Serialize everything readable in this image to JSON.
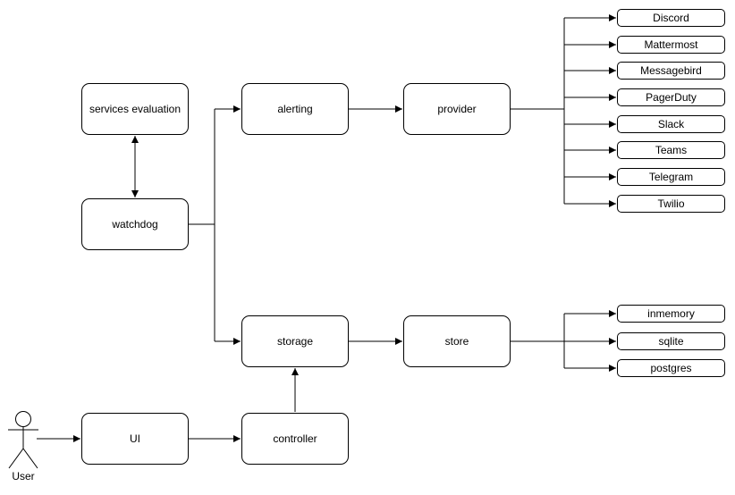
{
  "diagram": {
    "background_color": "#ffffff",
    "stroke_color": "#000000",
    "text_color": "#000000",
    "actor_label": "User",
    "nodes": {
      "services_evaluation": "services evaluation",
      "watchdog": "watchdog",
      "alerting": "alerting",
      "provider": "provider",
      "storage": "storage",
      "store": "store",
      "ui": "UI",
      "controller": "controller"
    },
    "providers": [
      "Discord",
      "Mattermost",
      "Messagebird",
      "PagerDuty",
      "Slack",
      "Teams",
      "Telegram",
      "Twilio"
    ],
    "stores": [
      "inmemory",
      "sqlite",
      "postgres"
    ],
    "edges": [
      {
        "from": "watchdog",
        "to": "services evaluation",
        "arrows": "both"
      },
      {
        "from": "watchdog",
        "to": "alerting",
        "arrows": "end"
      },
      {
        "from": "watchdog",
        "to": "storage",
        "arrows": "end"
      },
      {
        "from": "alerting",
        "to": "provider",
        "arrows": "end"
      },
      {
        "from": "provider",
        "to": "Discord",
        "arrows": "end"
      },
      {
        "from": "provider",
        "to": "Mattermost",
        "arrows": "end"
      },
      {
        "from": "provider",
        "to": "Messagebird",
        "arrows": "end"
      },
      {
        "from": "provider",
        "to": "PagerDuty",
        "arrows": "end"
      },
      {
        "from": "provider",
        "to": "Slack",
        "arrows": "end"
      },
      {
        "from": "provider",
        "to": "Teams",
        "arrows": "end"
      },
      {
        "from": "provider",
        "to": "Telegram",
        "arrows": "end"
      },
      {
        "from": "provider",
        "to": "Twilio",
        "arrows": "end"
      },
      {
        "from": "storage",
        "to": "store",
        "arrows": "end"
      },
      {
        "from": "store",
        "to": "inmemory",
        "arrows": "end"
      },
      {
        "from": "store",
        "to": "sqlite",
        "arrows": "end"
      },
      {
        "from": "store",
        "to": "postgres",
        "arrows": "end"
      },
      {
        "from": "User",
        "to": "UI",
        "arrows": "end"
      },
      {
        "from": "UI",
        "to": "controller",
        "arrows": "end"
      },
      {
        "from": "controller",
        "to": "storage",
        "arrows": "end"
      }
    ]
  }
}
